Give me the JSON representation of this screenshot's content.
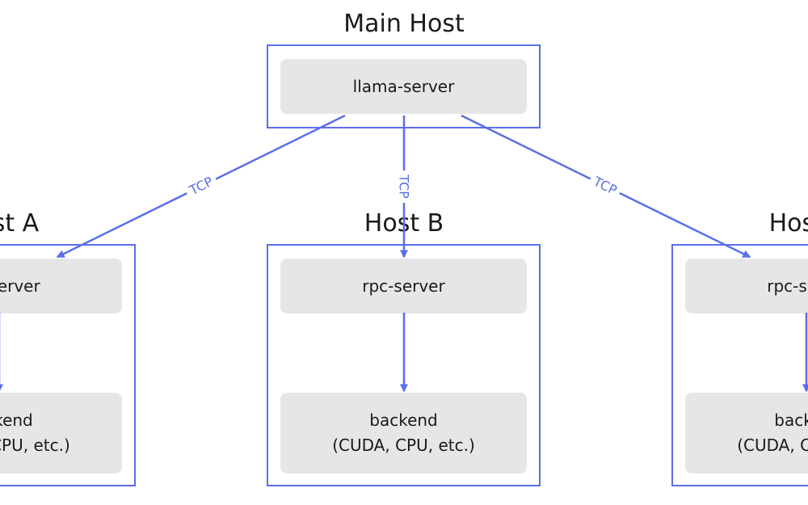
{
  "main_host": {
    "title": "Main Host",
    "node": "llama-server"
  },
  "hosts": [
    {
      "title": "Host A",
      "rpc_node": "rpc-server",
      "backend_line1": "backend",
      "backend_line2": "(CUDA, CPU, etc.)"
    },
    {
      "title": "Host B",
      "rpc_node": "rpc-server",
      "backend_line1": "backend",
      "backend_line2": "(CUDA, CPU, etc.)"
    },
    {
      "title": "Host C",
      "rpc_node": "rpc-server",
      "backend_line1": "backend",
      "backend_line2": "(CUDA, CPU, etc.)"
    }
  ],
  "connections": [
    {
      "label": "TCP"
    },
    {
      "label": "TCP"
    },
    {
      "label": "TCP"
    }
  ],
  "colors": {
    "accent": "#5b6ee8",
    "node_fill": "#e6e6e6"
  }
}
